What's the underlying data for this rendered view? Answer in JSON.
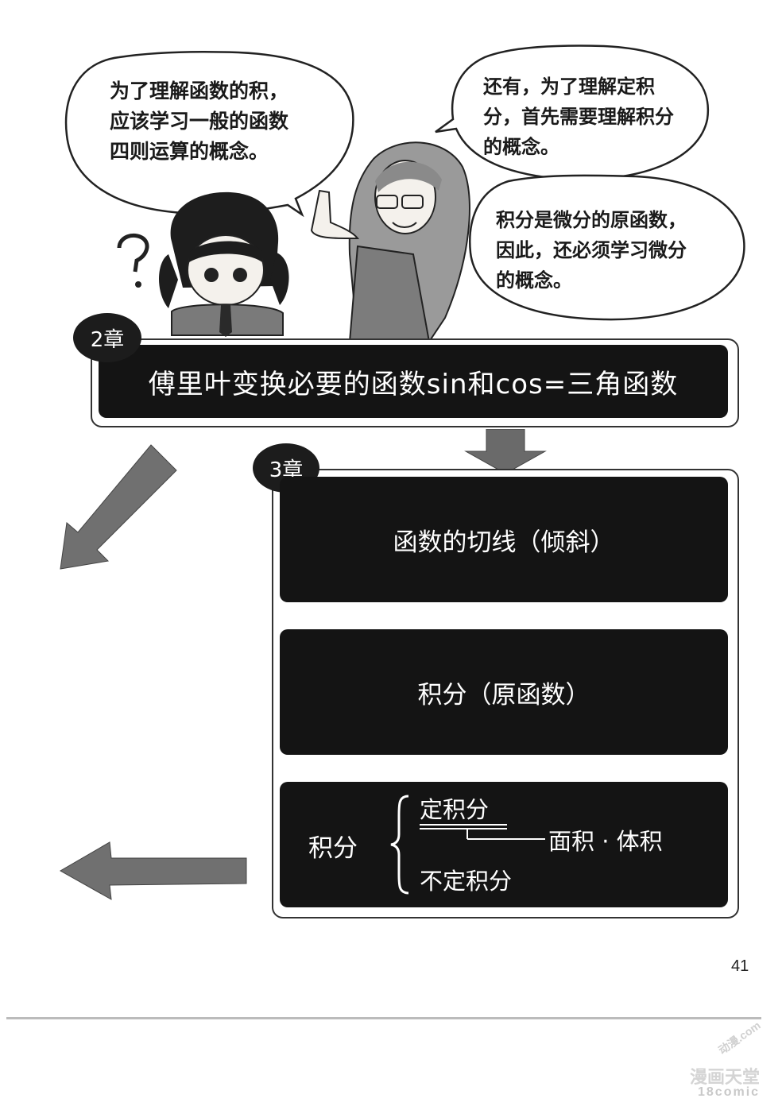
{
  "bubbles": {
    "left": [
      "为了理解函数的积，",
      "应该学习一般的函数",
      "四则运算的概念。"
    ],
    "right_top": [
      "还有，为了理解定积",
      "分，首先需要理解积分",
      "的概念。"
    ],
    "right_bottom": [
      "积分是微分的原函数，",
      "因此，还必须学习微分",
      "的概念。"
    ]
  },
  "chapter2": {
    "tab": "2章",
    "title": "傅里叶变换必要的函数sin和cos=三角函数"
  },
  "chapter3": {
    "tab": "3章",
    "box1": "函数的切线（倾斜）",
    "box2": "积分（原函数）",
    "box3": {
      "label": "积分",
      "definite": "定积分",
      "indefinite": "不定积分",
      "result": "面积 · 体积"
    }
  },
  "page_number": "41",
  "watermark": {
    "line1": "漫画天堂",
    "line2": "18comic",
    "site": "动漫.com"
  }
}
